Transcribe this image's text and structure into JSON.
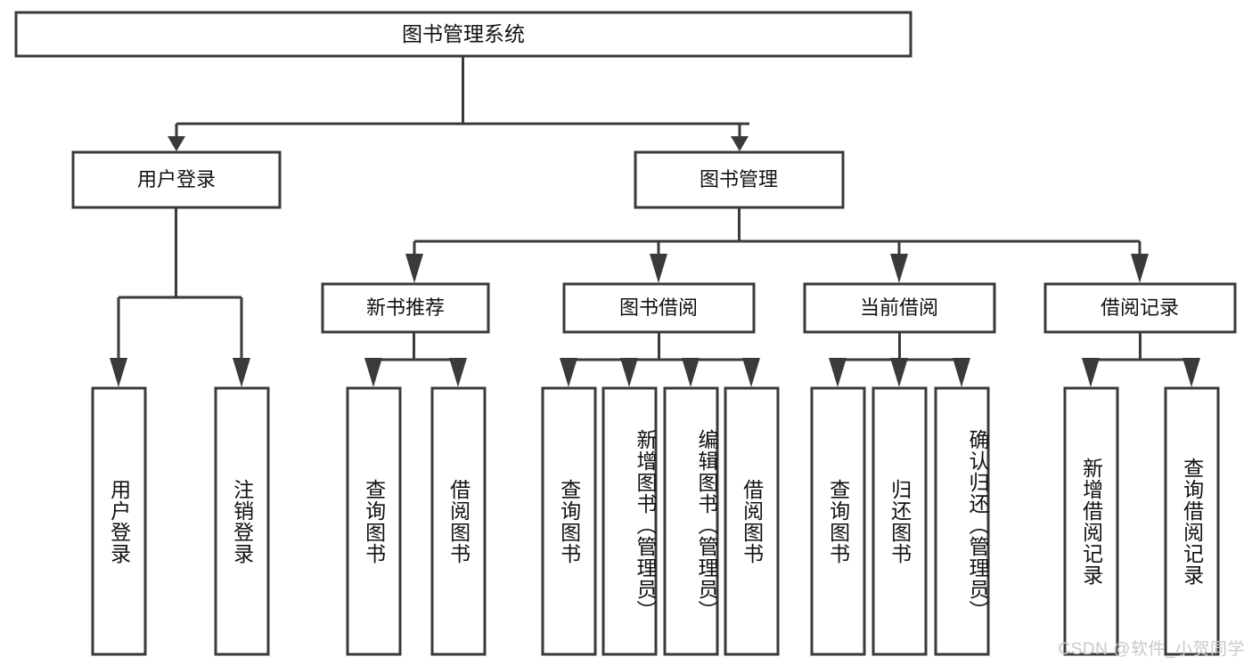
{
  "diagram": {
    "title": "图书管理系统",
    "watermark": "CSDN @软件_小贺同学",
    "colors": {
      "stroke": "#3a3a3a",
      "background": "#ffffff",
      "text": "#111111",
      "watermark": "#c9c9c9"
    },
    "root": {
      "id": "root",
      "label": "图书管理系统"
    },
    "level2": [
      {
        "id": "user-login",
        "label": "用户登录"
      },
      {
        "id": "book-manage",
        "label": "图书管理"
      }
    ],
    "level3": [
      {
        "id": "new-book-recommend",
        "label": "新书推荐"
      },
      {
        "id": "book-borrow",
        "label": "图书借阅"
      },
      {
        "id": "current-borrow",
        "label": "当前借阅"
      },
      {
        "id": "borrow-record",
        "label": "借阅记录"
      }
    ],
    "leaves": {
      "user_login": [
        {
          "id": "leaf-user-login",
          "label": "用户登录"
        },
        {
          "id": "leaf-logout-login",
          "label": "注销登录"
        }
      ],
      "new_book_recommend": [
        {
          "id": "leaf-query-book-1",
          "label": "查询图书"
        },
        {
          "id": "leaf-borrow-book-1",
          "label": "借阅图书"
        }
      ],
      "book_borrow": [
        {
          "id": "leaf-query-book-2",
          "label": "查询图书"
        },
        {
          "id": "leaf-add-book",
          "label": "新增图书（管理员）"
        },
        {
          "id": "leaf-edit-book",
          "label": "编辑图书（管理员）"
        },
        {
          "id": "leaf-borrow-book-2",
          "label": "借阅图书"
        }
      ],
      "current_borrow": [
        {
          "id": "leaf-query-book-3",
          "label": "查询图书"
        },
        {
          "id": "leaf-return-book",
          "label": "归还图书"
        },
        {
          "id": "leaf-confirm-return",
          "label": "确认归还（管理员）"
        }
      ],
      "borrow_record": [
        {
          "id": "leaf-add-record",
          "label": "新增借阅记录"
        },
        {
          "id": "leaf-query-record",
          "label": "查询借阅记录"
        }
      ]
    }
  }
}
